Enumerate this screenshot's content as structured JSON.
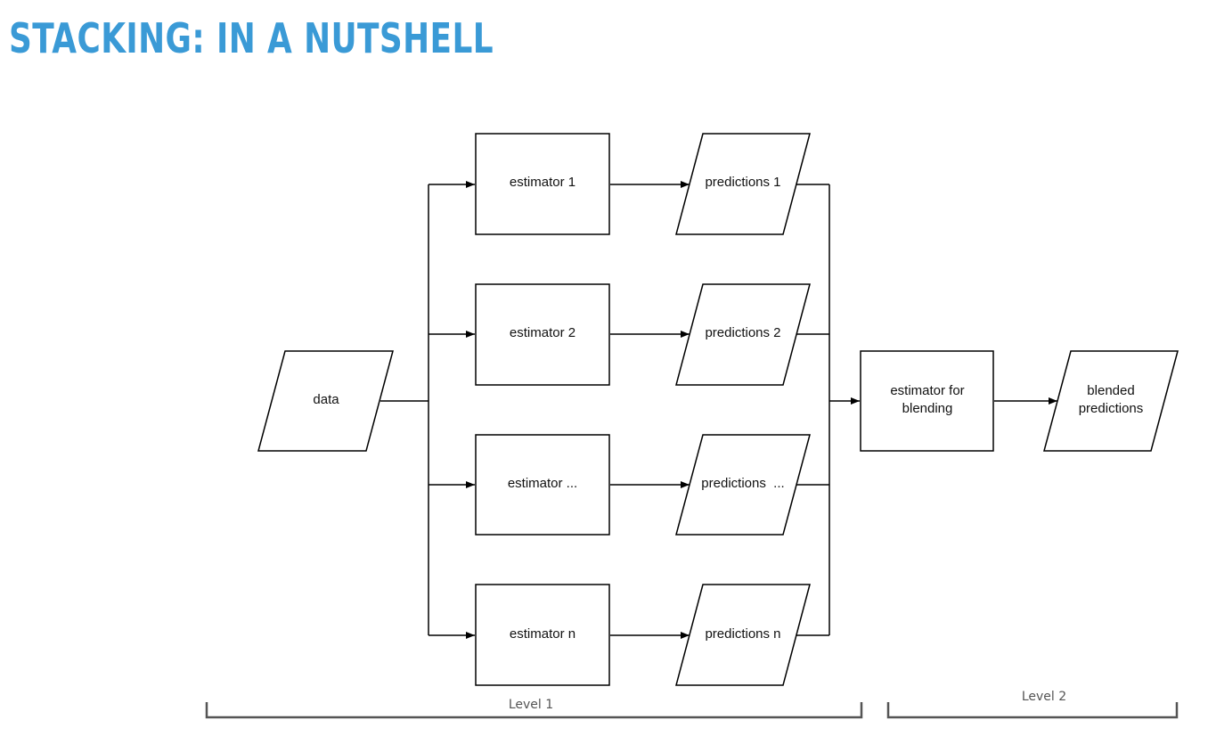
{
  "slide": {
    "title": "STACKING: IN A NUTSHELL"
  },
  "diagram": {
    "input": {
      "label": "data"
    },
    "estimators": [
      {
        "label": "estimator 1"
      },
      {
        "label": "estimator 2"
      },
      {
        "label": "estimator ..."
      },
      {
        "label": "estimator n"
      }
    ],
    "predictions": [
      {
        "label": "predictions 1"
      },
      {
        "label": "predictions 2"
      },
      {
        "label": "predictions  ..."
      },
      {
        "label": "predictions n"
      }
    ],
    "blender": {
      "label_line1": "estimator for",
      "label_line2": "blending"
    },
    "output": {
      "label_line1": "blended",
      "label_line2": "predictions"
    },
    "levels": [
      {
        "label": "Level 1"
      },
      {
        "label": "Level 2"
      }
    ]
  },
  "colors": {
    "title": "#3a9ad6",
    "stroke": "#000000",
    "bracket": "#555555"
  }
}
